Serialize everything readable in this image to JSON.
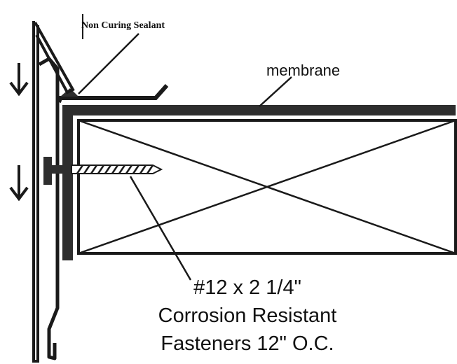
{
  "labels": {
    "sealant": "Non Curing Sealant",
    "membrane": "membrane",
    "fastener_line1": "#12 x 2 1/4\"",
    "fastener_line2": "Corrosion Resistant",
    "fastener_line3": "Fasteners 12\" O.C."
  },
  "colors": {
    "ink": "#1a1a1a",
    "board": "#ffffff",
    "membrane": "#2e2e2e"
  }
}
